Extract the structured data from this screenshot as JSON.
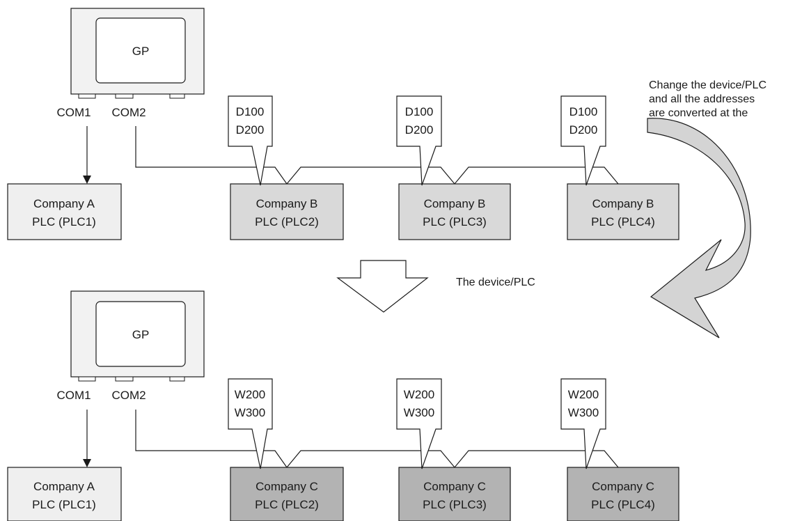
{
  "colors": {
    "stroke": "#1a1a1a",
    "panel_fill": "#f2f2f2",
    "plc_a_fill": "#efefef",
    "plc_b_fill": "#d9d9d9",
    "plc_c_fill": "#b3b3b3",
    "curve_arrow_fill": "#d4d4d4"
  },
  "top_section": {
    "gp_label": "GP",
    "com1_label": "COM1",
    "com2_label": "COM2",
    "plc_a": {
      "line1": "Company A",
      "line2": "PLC (PLC1)"
    },
    "plcs": [
      {
        "line1": "Company B",
        "line2": "PLC (PLC2)",
        "addr1": "D100",
        "addr2": "D200"
      },
      {
        "line1": "Company B",
        "line2": "PLC (PLC3)",
        "addr1": "D100",
        "addr2": "D200"
      },
      {
        "line1": "Company B",
        "line2": "PLC (PLC4)",
        "addr1": "D100",
        "addr2": "D200"
      }
    ]
  },
  "bottom_section": {
    "gp_label": "GP",
    "com1_label": "COM1",
    "com2_label": "COM2",
    "plc_a": {
      "line1": "Company A",
      "line2": "PLC (PLC1)"
    },
    "plcs": [
      {
        "line1": "Company C",
        "line2": "PLC (PLC2)",
        "addr1": "W200",
        "addr2": "W300"
      },
      {
        "line1": "Company C",
        "line2": "PLC (PLC3)",
        "addr1": "W200",
        "addr2": "W300"
      },
      {
        "line1": "Company C",
        "line2": "PLC (PLC4)",
        "addr1": "W200",
        "addr2": "W300"
      }
    ]
  },
  "change_note": {
    "line1": "Change the device/PLC",
    "line2": "and all the addresses",
    "line3": "are converted at the"
  },
  "transition_label": "The device/PLC"
}
